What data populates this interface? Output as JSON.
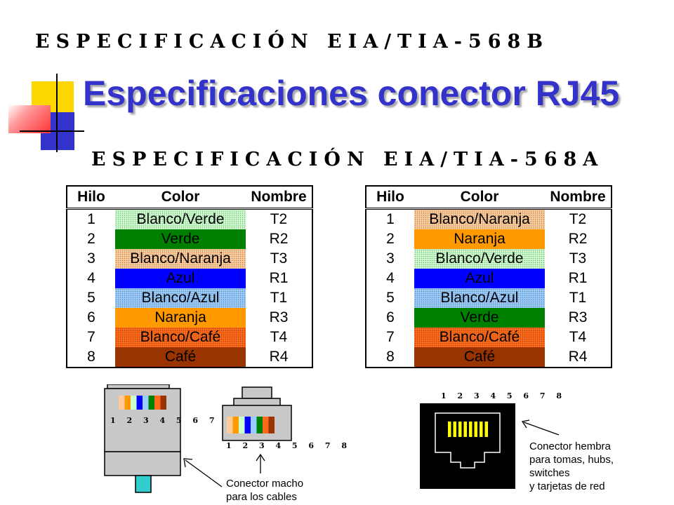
{
  "spec_b_title": "ESPECIFICACIÓN EIA/TIA-568B",
  "main_title": "Especificaciones conector RJ45",
  "spec_a_title": "ESPECIFICACIÓN EIA/TIA-568A",
  "headers": {
    "hilo": "Hilo",
    "color": "Color",
    "nombre": "Nombre"
  },
  "table_a": [
    {
      "hilo": "1",
      "color": "Blanco/Verde",
      "nombre": "T2",
      "bg": "#ccffcc",
      "stripe": true
    },
    {
      "hilo": "2",
      "color": "Verde",
      "nombre": "R2",
      "bg": "#008000",
      "stripe": false
    },
    {
      "hilo": "3",
      "color": "Blanco/Naranja",
      "nombre": "T3",
      "bg": "#ffcc99",
      "stripe": true
    },
    {
      "hilo": "4",
      "color": "Azul",
      "nombre": "R1",
      "bg": "#0000ff",
      "stripe": false
    },
    {
      "hilo": "5",
      "color": "Blanco/Azul",
      "nombre": "T1",
      "bg": "#99ccff",
      "stripe": true
    },
    {
      "hilo": "6",
      "color": "Naranja",
      "nombre": "R3",
      "bg": "#ff9900",
      "stripe": false
    },
    {
      "hilo": "7",
      "color": "Blanco/Café",
      "nombre": "T4",
      "bg": "#ff6a1a",
      "stripe": true
    },
    {
      "hilo": "8",
      "color": "Café",
      "nombre": "R4",
      "bg": "#993300",
      "stripe": false
    }
  ],
  "table_b": [
    {
      "hilo": "1",
      "color": "Blanco/Naranja",
      "nombre": "T2",
      "bg": "#ffcc99",
      "stripe": true
    },
    {
      "hilo": "2",
      "color": "Naranja",
      "nombre": "R2",
      "bg": "#ff9900",
      "stripe": false
    },
    {
      "hilo": "3",
      "color": "Blanco/Verde",
      "nombre": "T3",
      "bg": "#ccffcc",
      "stripe": true
    },
    {
      "hilo": "4",
      "color": "Azul",
      "nombre": "R1",
      "bg": "#0000ff",
      "stripe": false
    },
    {
      "hilo": "5",
      "color": "Blanco/Azul",
      "nombre": "T1",
      "bg": "#99ccff",
      "stripe": true
    },
    {
      "hilo": "6",
      "color": "Verde",
      "nombre": "R3",
      "bg": "#008000",
      "stripe": false
    },
    {
      "hilo": "7",
      "color": "Blanco/Café",
      "nombre": "T4",
      "bg": "#ff6a1a",
      "stripe": true
    },
    {
      "hilo": "8",
      "color": "Café",
      "nombre": "R4",
      "bg": "#993300",
      "stripe": false
    }
  ],
  "pin_numbers": "1 2 3 4 5 6 7 8",
  "caption_male_line1": "Conector macho",
  "caption_male_line2": "para los cables",
  "caption_female_line1": "Conector hembra",
  "caption_female_line2": "para tomas, hubs,",
  "caption_female_line3": "switches",
  "caption_female_line4": "y tarjetas de red",
  "plug_wire_colors": [
    "#ffcc99",
    "#ff9900",
    "#ccffcc",
    "#0000ff",
    "#99ccff",
    "#008000",
    "#ff6a1a",
    "#993300"
  ],
  "colors": {
    "title": "#3333cc",
    "logo_yellow": "#ffd700",
    "logo_red": "#ff3333",
    "logo_blue": "#3333cc",
    "jack_contacts": "#ffff00"
  }
}
